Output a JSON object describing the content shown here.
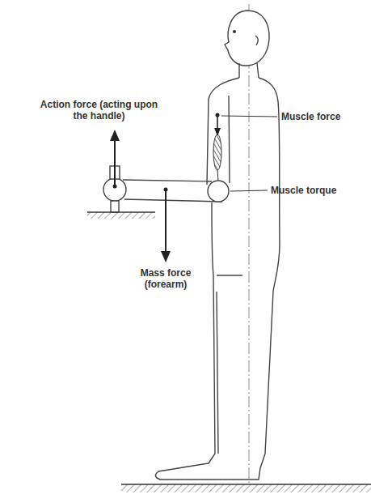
{
  "diagram": {
    "labels": [
      "Action force (acting upon the handle)",
      "Muscle force",
      "Muscle torque",
      "Mass force (forearm)"
    ]
  }
}
